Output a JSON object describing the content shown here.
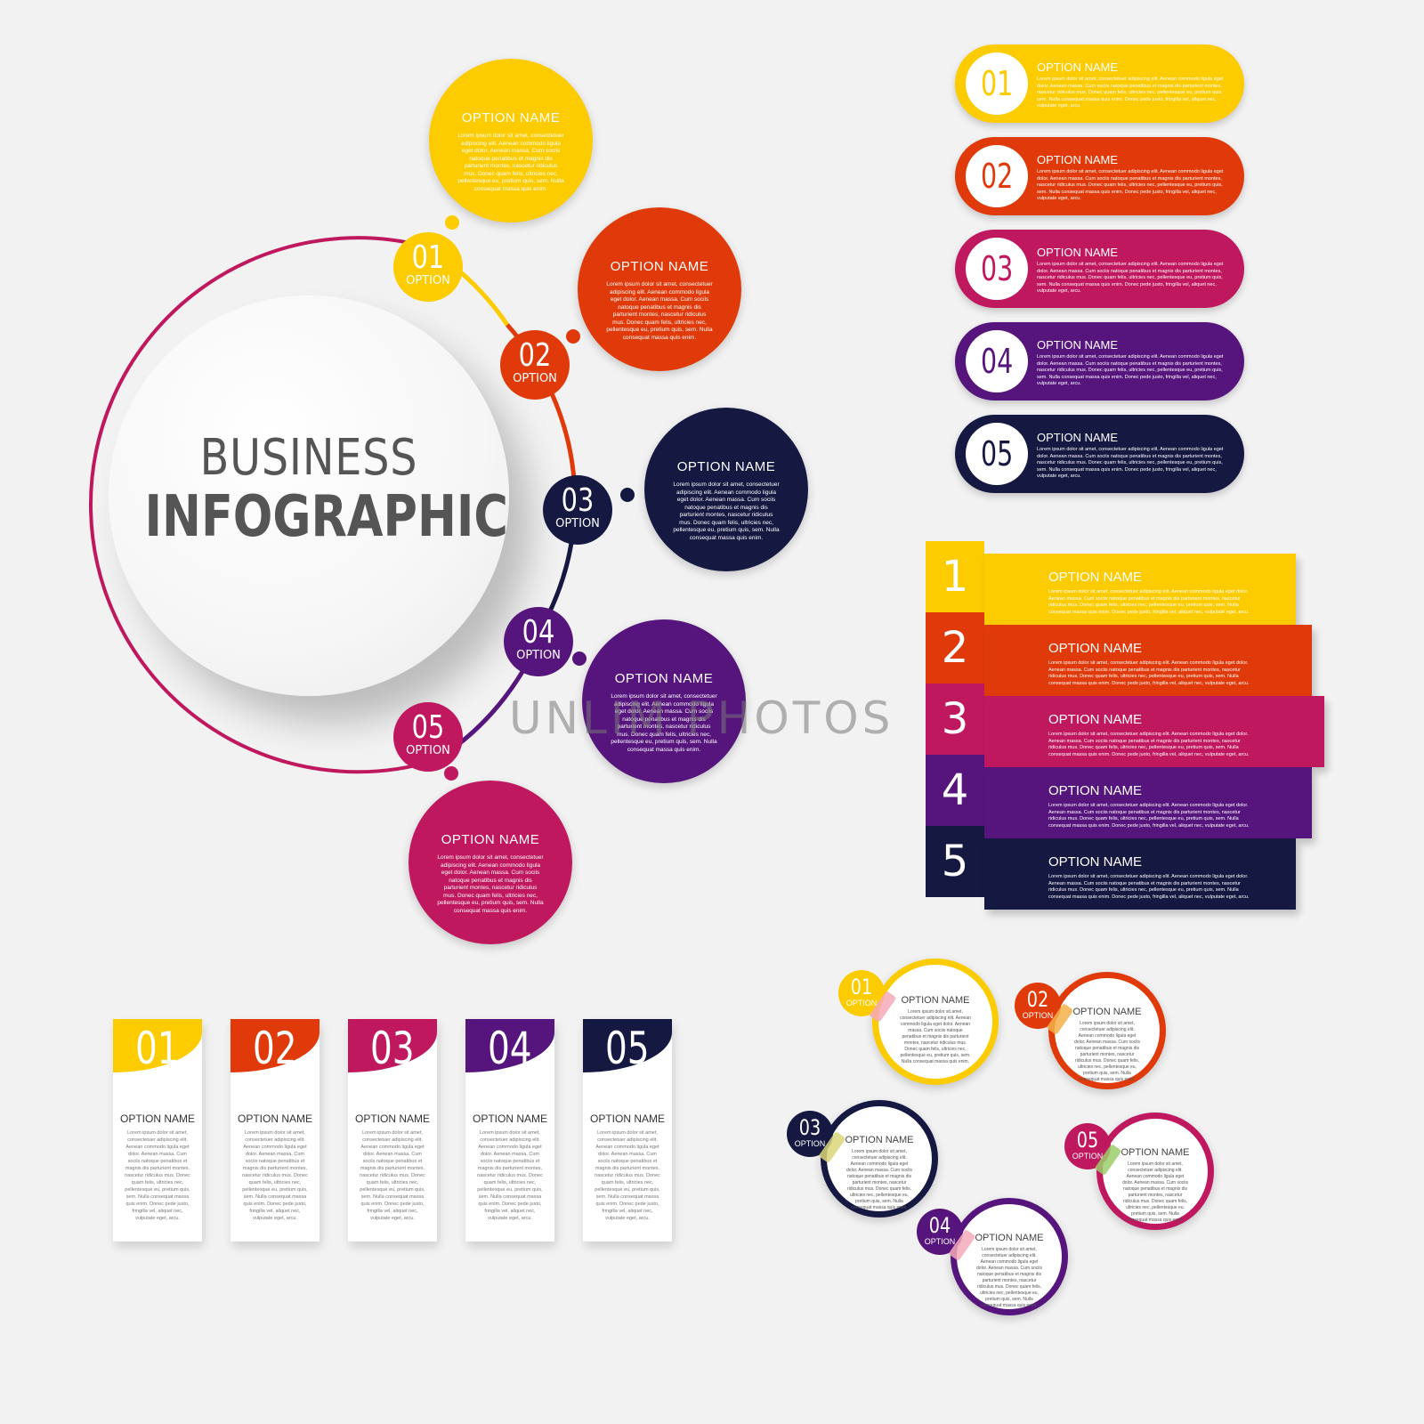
{
  "colors": {
    "yellow": "#fccb00",
    "orange": "#e03a0a",
    "magenta": "#c0185e",
    "purple": "#56157d",
    "navy": "#151841",
    "background": "#f2f2f2"
  },
  "main": {
    "title_line1": "BUSINESS",
    "title_line2": "INFOGRAPHIC",
    "markers": [
      {
        "num": "01",
        "label": "OPTION"
      },
      {
        "num": "02",
        "label": "OPTION"
      },
      {
        "num": "03",
        "label": "OPTION"
      },
      {
        "num": "04",
        "label": "OPTION"
      },
      {
        "num": "05",
        "label": "OPTION"
      }
    ],
    "options": [
      {
        "title": "OPTION NAME",
        "body": "Lorem ipsum dolor sit amet, consectetuer adipiscing elit. Aenean commodo ligula eget dolor. Aenean massa. Cum sociis natoque penatibus et magnis dis parturient montes, nascetur ridiculus mus. Donec quam felis, ultricies nec, pellentesque eu, pretium quis, sem. Nulla consequat massa quis enim."
      },
      {
        "title": "OPTION NAME",
        "body": "Lorem ipsum dolor sit amet, consectetuer adipiscing elit. Aenean commodo ligula eget dolor. Aenean massa. Cum sociis natoque penatibus et magnis dis parturient montes, nascetur ridiculus mus. Donec quam felis, ultricies nec, pellentesque eu, pretium quis, sem. Nulla consequat massa quis enim."
      },
      {
        "title": "OPTION NAME",
        "body": "Lorem ipsum dolor sit amet, consectetuer adipiscing elit. Aenean commodo ligula eget dolor. Aenean massa. Cum sociis natoque penatibus et magnis dis parturient montes, nascetur ridiculus mus. Donec quam felis, ultricies nec, pellentesque eu, pretium quis, sem. Nulla consequat massa quis enim."
      },
      {
        "title": "OPTION NAME",
        "body": "Lorem ipsum dolor sit amet, consectetuer adipiscing elit. Aenean commodo ligula eget dolor. Aenean massa. Cum sociis natoque penatibus et magnis dis parturient montes, nascetur ridiculus mus. Donec quam felis, ultricies nec, pellentesque eu, pretium quis, sem. Nulla consequat massa quis enim."
      },
      {
        "title": "OPTION NAME",
        "body": "Lorem ipsum dolor sit amet, consectetuer adipiscing elit. Aenean commodo ligula eget dolor. Aenean massa. Cum sociis natoque penatibus et magnis dis parturient montes, nascetur ridiculus mus. Donec quam felis, ultricies nec, pellentesque eu, pretium quis, sem. Nulla consequat massa quis enim."
      }
    ]
  },
  "pills": [
    {
      "num": "01",
      "title": "OPTION NAME",
      "body": "Lorem ipsum dolor sit amet, consectetuer adipiscing elit. Aenean commodo ligula eget dolor. Aenean massa. Cum sociis natoque penatibus et magnis dis parturient montes, nascetur ridiculus mus. Donec quam felis, ultricies nec, pellentesque eu, pretium quis, sem. Nulla consequat massa quis enim. Donec pede justo, fringilla vel, aliquet nec, vulputate eget, arcu."
    },
    {
      "num": "02",
      "title": "OPTION NAME",
      "body": "Lorem ipsum dolor sit amet, consectetuer adipiscing elit. Aenean commodo ligula eget dolor. Aenean massa. Cum sociis natoque penatibus et magnis dis parturient montes, nascetur ridiculus mus. Donec quam felis, ultricies nec, pellentesque eu, pretium quis, sem. Nulla consequat massa quis enim. Donec pede justo, fringilla vel, aliquet nec, vulputate eget, arcu."
    },
    {
      "num": "03",
      "title": "OPTION NAME",
      "body": "Lorem ipsum dolor sit amet, consectetuer adipiscing elit. Aenean commodo ligula eget dolor. Aenean massa. Cum sociis natoque penatibus et magnis dis parturient montes, nascetur ridiculus mus. Donec quam felis, ultricies nec, pellentesque eu, pretium quis, sem. Nulla consequat massa quis enim. Donec pede justo, fringilla vel, aliquet nec, vulputate eget, arcu."
    },
    {
      "num": "04",
      "title": "OPTION NAME",
      "body": "Lorem ipsum dolor sit amet, consectetuer adipiscing elit. Aenean commodo ligula eget dolor. Aenean massa. Cum sociis natoque penatibus et magnis dis parturient montes, nascetur ridiculus mus. Donec quam felis, ultricies nec, pellentesque eu, pretium quis, sem. Nulla consequat massa quis enim. Donec pede justo, fringilla vel, aliquet nec, vulputate eget, arcu."
    },
    {
      "num": "05",
      "title": "OPTION NAME",
      "body": "Lorem ipsum dolor sit amet, consectetuer adipiscing elit. Aenean commodo ligula eget dolor. Aenean massa. Cum sociis natoque penatibus et magnis dis parturient montes, nascetur ridiculus mus. Donec quam felis, ultricies nec, pellentesque eu, pretium quis, sem. Nulla consequat massa quis enim. Donec pede justo, fringilla vel, aliquet nec, vulputate eget, arcu."
    }
  ],
  "ribbons": [
    {
      "num": "1",
      "title": "OPTION NAME",
      "body": "Lorem ipsum dolor sit amet, consectetuer adipiscing elit. Aenean commodo ligula eget dolor. Aenean massa. Cum sociis natoque penatibus et magnis dis parturient montes, nascetur ridiculus mus. Donec quam felis, ultricies nec, pellentesque eu, pretium quis, sem. Nulla consequat massa quis enim. Donec pede justo, fringilla vel, aliquet nec, vulputate eget, arcu."
    },
    {
      "num": "2",
      "title": "OPTION NAME",
      "body": "Lorem ipsum dolor sit amet, consectetuer adipiscing elit. Aenean commodo ligula eget dolor. Aenean massa. Cum sociis natoque penatibus et magnis dis parturient montes, nascetur ridiculus mus. Donec quam felis, ultricies nec, pellentesque eu, pretium quis, sem. Nulla consequat massa quis enim. Donec pede justo, fringilla vel, aliquet nec, vulputate eget, arcu."
    },
    {
      "num": "3",
      "title": "OPTION NAME",
      "body": "Lorem ipsum dolor sit amet, consectetuer adipiscing elit. Aenean commodo ligula eget dolor. Aenean massa. Cum sociis natoque penatibus et magnis dis parturient montes, nascetur ridiculus mus. Donec quam felis, ultricies nec, pellentesque eu, pretium quis, sem. Nulla consequat massa quis enim. Donec pede justo, fringilla vel, aliquet nec, vulputate eget, arcu."
    },
    {
      "num": "4",
      "title": "OPTION NAME",
      "body": "Lorem ipsum dolor sit amet, consectetuer adipiscing elit. Aenean commodo ligula eget dolor. Aenean massa. Cum sociis natoque penatibus et magnis dis parturient montes, nascetur ridiculus mus. Donec quam felis, ultricies nec, pellentesque eu, pretium quis, sem. Nulla consequat massa quis enim. Donec pede justo, fringilla vel, aliquet nec, vulputate eget, arcu."
    },
    {
      "num": "5",
      "title": "OPTION NAME",
      "body": "Lorem ipsum dolor sit amet, consectetuer adipiscing elit. Aenean commodo ligula eget dolor. Aenean massa. Cum sociis natoque penatibus et magnis dis parturient montes, nascetur ridiculus mus. Donec quam felis, ultricies nec, pellentesque eu, pretium quis, sem. Nulla consequat massa quis enim. Donec pede justo, fringilla vel, aliquet nec, vulputate eget, arcu."
    }
  ],
  "cards": [
    {
      "num": "01",
      "title": "OPTION NAME",
      "body": "Lorem ipsum dolor sit amet, consectetuer adipiscing elit. Aenean commodo ligula eget dolor. Aenean massa. Cum sociis natoque penatibus et magnis dis parturient montes, nascetur ridiculus mus. Donec quam felis, ultricies nec, pellentesque eu, pretium quis, sem. Nulla consequat massa quis enim. Donec pede justo, fringilla vel, aliquet nec, vulputate eget, arcu."
    },
    {
      "num": "02",
      "title": "OPTION NAME",
      "body": "Lorem ipsum dolor sit amet, consectetuer adipiscing elit. Aenean commodo ligula eget dolor. Aenean massa. Cum sociis natoque penatibus et magnis dis parturient montes, nascetur ridiculus mus. Donec quam felis, ultricies nec, pellentesque eu, pretium quis, sem. Nulla consequat massa quis enim. Donec pede justo, fringilla vel, aliquet nec, vulputate eget, arcu."
    },
    {
      "num": "03",
      "title": "OPTION NAME",
      "body": "Lorem ipsum dolor sit amet, consectetuer adipiscing elit. Aenean commodo ligula eget dolor. Aenean massa. Cum sociis natoque penatibus et magnis dis parturient montes, nascetur ridiculus mus. Donec quam felis, ultricies nec, pellentesque eu, pretium quis, sem. Nulla consequat massa quis enim. Donec pede justo, fringilla vel, aliquet nec, vulputate eget, arcu."
    },
    {
      "num": "04",
      "title": "OPTION NAME",
      "body": "Lorem ipsum dolor sit amet, consectetuer adipiscing elit. Aenean commodo ligula eget dolor. Aenean massa. Cum sociis natoque penatibus et magnis dis parturient montes, nascetur ridiculus mus. Donec quam felis, ultricies nec, pellentesque eu, pretium quis, sem. Nulla consequat massa quis enim. Donec pede justo, fringilla vel, aliquet nec, vulputate eget, arcu."
    },
    {
      "num": "05",
      "title": "OPTION NAME",
      "body": "Lorem ipsum dolor sit amet, consectetuer adipiscing elit. Aenean commodo ligula eget dolor. Aenean massa. Cum sociis natoque penatibus et magnis dis parturient montes, nascetur ridiculus mus. Donec quam felis, ultricies nec, pellentesque eu, pretium quis, sem. Nulla consequat massa quis enim. Donec pede justo, fringilla vel, aliquet nec, vulputate eget, arcu."
    }
  ],
  "badges": [
    {
      "num": "01",
      "label": "OPTION",
      "title": "OPTION NAME",
      "body": "Lorem ipsum dolor sit amet, consectetuer adipiscing elit. Aenean commodo ligula eget dolor. Aenean massa. Cum sociis natoque penatibus et magnis dis parturient montes, nascetur ridiculus mus. Donec quam felis, ultricies nec, pellentesque eu, pretium quis, sem. Nulla consequat massa quis enim."
    },
    {
      "num": "02",
      "label": "OPTION",
      "title": "OPTION NAME",
      "body": "Lorem ipsum dolor sit amet, consectetuer adipiscing elit. Aenean commodo ligula eget dolor. Aenean massa. Cum sociis natoque penatibus et magnis dis parturient montes, nascetur ridiculus mus. Donec quam felis, ultricies nec, pellentesque eu, pretium quis, sem. Nulla consequat massa quis enim."
    },
    {
      "num": "03",
      "label": "OPTION",
      "title": "OPTION NAME",
      "body": "Lorem ipsum dolor sit amet, consectetuer adipiscing elit. Aenean commodo ligula eget dolor. Aenean massa. Cum sociis natoque penatibus et magnis dis parturient montes, nascetur ridiculus mus. Donec quam felis, ultricies nec, pellentesque eu, pretium quis, sem. Nulla consequat massa quis enim."
    },
    {
      "num": "04",
      "label": "OPTION",
      "title": "OPTION NAME",
      "body": "Lorem ipsum dolor sit amet, consectetuer adipiscing elit. Aenean commodo ligula eget dolor. Aenean massa. Cum sociis natoque penatibus et magnis dis parturient montes, nascetur ridiculus mus. Donec quam felis, ultricies nec, pellentesque eu, pretium quis, sem. Nulla consequat massa quis enim."
    },
    {
      "num": "05",
      "label": "OPTION",
      "title": "OPTION NAME",
      "body": "Lorem ipsum dolor sit amet, consectetuer adipiscing elit. Aenean commodo ligula eget dolor. Aenean massa. Cum sociis natoque penatibus et magnis dis parturient montes, nascetur ridiculus mus. Donec quam felis, ultricies nec, pellentesque eu, pretium quis, sem. Nulla consequat massa quis enim."
    }
  ],
  "watermark": "UNLIM PHOTOS"
}
